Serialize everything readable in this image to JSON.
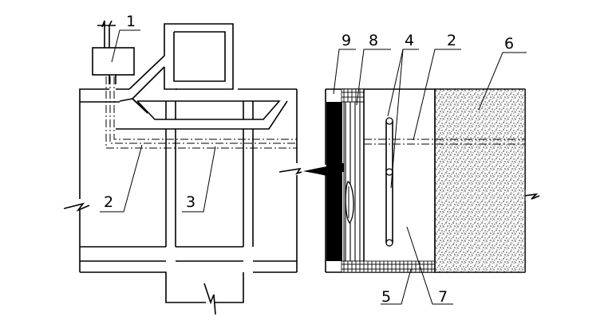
{
  "labels": {
    "l1": "1",
    "l2_left": "2",
    "l3": "3",
    "l9": "9",
    "l8": "8",
    "l4": "4",
    "l2_right": "2",
    "l6": "6",
    "l5": "5",
    "l7": "7"
  }
}
